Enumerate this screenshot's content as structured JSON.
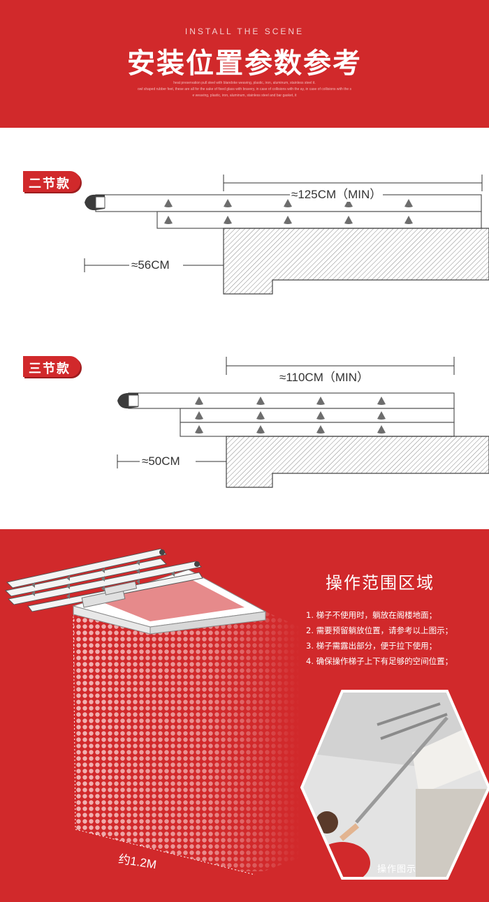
{
  "header": {
    "subtitle": "INSTALL THE SCENE",
    "title": "安装位置参数参考",
    "fine_print": [
      "heat preservation pull steel with blandoke weaving, plastic, iron, aluminum, stainless steel it.",
      "owl shaped rubber feet, these are all for the sake of fixed glass with bravery, in case of collisions with the ay, in case of collisions with the s",
      "e weaving, plastic, iron, aluminum, stainless steel and bar gasket, it"
    ]
  },
  "diagram_two": {
    "badge": "二节款",
    "width_label": "≈125CM（MIN）",
    "depth_label": "≈56CM"
  },
  "diagram_three": {
    "badge": "三节款",
    "width_label": "≈110CM（MIN）",
    "depth_label": "≈50CM"
  },
  "operation": {
    "title": "操作范围区域",
    "items": [
      "1. 梯子不使用时，躺放在阁楼地面；",
      "2. 需要预留躺放位置，请参考以上图示；",
      "3. 梯子需露出部分，便于拉下使用；",
      "4. 确保操作梯子上下有足够的空间位置；"
    ],
    "range_label": "约1.2M",
    "photo_caption": "操作图示"
  },
  "colors": {
    "brand_red": "#d1292b",
    "hatch_gray": "#777777"
  }
}
